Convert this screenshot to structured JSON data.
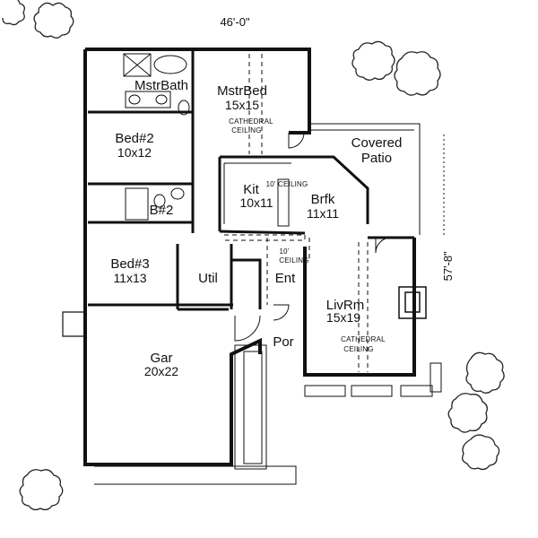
{
  "plan": {
    "overall_width": "46'-0\"",
    "overall_depth": "57'-8\""
  },
  "rooms": {
    "mstr_bath": "MstrBath",
    "mstr_bed": "MstrBed",
    "mstr_bed_dim": "15x15",
    "bed2": "Bed#2",
    "bed2_dim": "10x12",
    "bath2": "B#2",
    "bed3": "Bed#3",
    "bed3_dim": "11x13",
    "util": "Util",
    "ent": "Ent",
    "kit": "Kit",
    "kit_dim": "10x11",
    "brfk": "Brfk",
    "brfk_dim": "11x11",
    "covered_patio_1": "Covered",
    "covered_patio_2": "Patio",
    "liv_rm": "LivRm",
    "liv_rm_dim": "15x19",
    "gar": "Gar",
    "gar_dim": "20x22",
    "por": "Por"
  },
  "notes": {
    "cathedral_1": "CATHEDRAL",
    "ceiling_1": "CEILING",
    "kit_ceiling": "10' CEILING",
    "ent_ceiling_1": "10'",
    "ent_ceiling_2": "CEILING",
    "cathedral_2": "CATHEDRAL",
    "ceiling_2": "CEILING"
  }
}
